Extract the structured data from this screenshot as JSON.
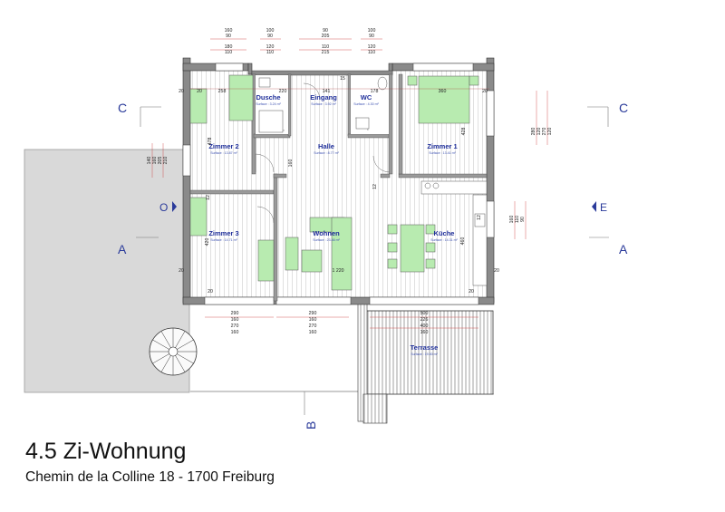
{
  "title": "4.5 Zi-Wohnung",
  "subtitle": "Chemin de la Colline 18 - 1700 Freiburg",
  "rooms": {
    "dusche": {
      "name": "Dusche",
      "surface": "Surface : 3.24 m²"
    },
    "eingang": {
      "name": "Eingang",
      "surface": "Surface : 3.92 m²"
    },
    "wc": {
      "name": "WC",
      "surface": "Surface : 4.30 m²"
    },
    "zimmer2": {
      "name": "Zimmer 2",
      "surface": "Surface : 13.87 m²"
    },
    "halle": {
      "name": "Halle",
      "surface": "Surface : 8.77 m²"
    },
    "zimmer1": {
      "name": "Zimmer 1",
      "surface": "Surface : 13.41 m²"
    },
    "zimmer3": {
      "name": "Zimmer 3",
      "surface": "Surface : 14.71 m²"
    },
    "wohnen": {
      "name": "Wohnen",
      "surface": "Surface : 23.46 m²"
    },
    "kueche": {
      "name": "Küche",
      "surface": "Surface : 14.31 m²"
    },
    "terrasse": {
      "name": "Terrasse",
      "surface": "Surface : 19.50 m²"
    }
  },
  "sections": {
    "c_left": "C",
    "c_right": "C",
    "o": "O",
    "e": "E",
    "a_left": "A",
    "a_right": "A",
    "b": "B"
  },
  "dims": {
    "top1": [
      "160",
      "90",
      "180",
      "110"
    ],
    "top2": [
      "100",
      "90",
      "120",
      "110"
    ],
    "top3": [
      "90",
      "205",
      "110",
      "215"
    ],
    "top4": [
      "100",
      "90",
      "120",
      "110"
    ],
    "inner": [
      "20",
      "258",
      "220",
      "141",
      "178",
      "360",
      "20",
      "20",
      "15"
    ],
    "side": [
      "478",
      "160",
      "428",
      "12",
      "12",
      "12",
      "420",
      "460",
      "20",
      "20",
      "20",
      "20",
      "1 220"
    ],
    "left_win": [
      "140",
      "160",
      "205",
      "210"
    ],
    "right_win": [
      "280",
      "120",
      "270",
      "120"
    ],
    "right_kitchen": [
      "160",
      "110",
      "90"
    ],
    "bottom1": [
      "290",
      "160",
      "270",
      "160"
    ],
    "bottom2": [
      "290",
      "160",
      "270",
      "160"
    ],
    "bottom3": [
      "500",
      "226",
      "400",
      "160"
    ]
  }
}
